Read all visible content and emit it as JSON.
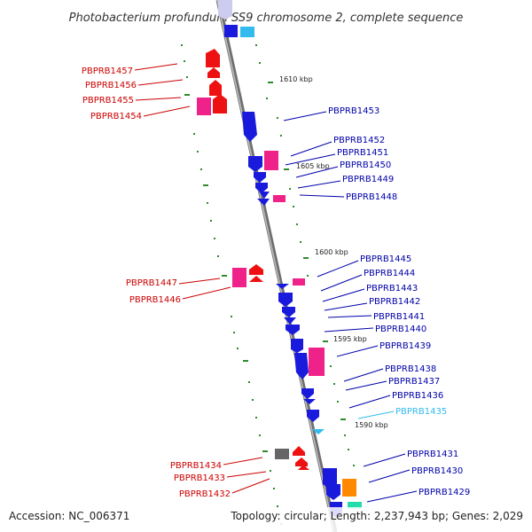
{
  "title": "Photobacterium profundum SS9 chromosome 2, complete sequence",
  "footer": {
    "accession": "Accession: NC_006371",
    "topology": "Topology: circular; Length: 2,237,943 bp; Genes: 2,029"
  },
  "colors": {
    "backbone": "#8a8a8a",
    "tick": "#2e8b2e",
    "left_label": "#cc0000",
    "right_label": "#0000aa",
    "highlight_label": "#33bbee",
    "gene_blue": "#1a1adc",
    "gene_red": "#ee1111",
    "gene_pink": "#ee2288",
    "gene_cyan": "#33bbee",
    "gene_gray": "#666666",
    "gene_orange": "#ff8800",
    "gene_teal": "#22ddaa"
  },
  "scale_labels": [
    "1610 kbp",
    "1605 kbp",
    "1600 kbp",
    "1595 kbp",
    "1590 kbp"
  ],
  "labels_left": [
    "PBPRB1457",
    "PBPRB1456",
    "PBPRB1455",
    "PBPRB1454",
    "PBPRB1447",
    "PBPRB1446",
    "PBPRB1434",
    "PBPRB1433",
    "PBPRB1432"
  ],
  "labels_right": [
    "PBPRB1453",
    "PBPRB1452",
    "PBPRB1451",
    "PBPRB1450",
    "PBPRB1449",
    "PBPRB1448",
    "PBPRB1445",
    "PBPRB1444",
    "PBPRB1443",
    "PBPRB1442",
    "PBPRB1441",
    "PBPRB1440",
    "PBPRB1439",
    "PBPRB1438",
    "PBPRB1437",
    "PBPRB1436",
    "PBPRB1435",
    "PBPRB1431",
    "PBPRB1430",
    "PBPRB1429"
  ]
}
